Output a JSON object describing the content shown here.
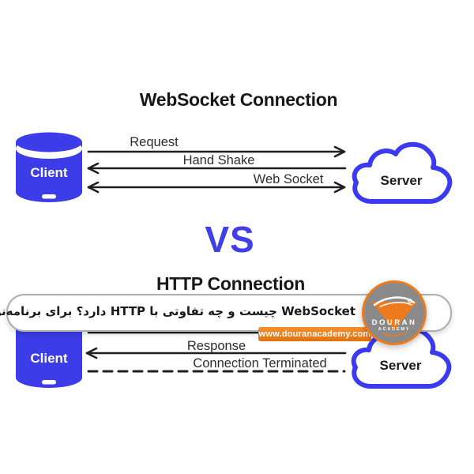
{
  "diagram": {
    "websocket": {
      "title": "WebSocket Connection",
      "client_label": "Client",
      "server_label": "Server",
      "arrows": [
        {
          "label": "Request",
          "direction": "right",
          "style": "solid"
        },
        {
          "label": "Hand Shake",
          "direction": "left",
          "style": "solid"
        },
        {
          "label": "Web Socket",
          "direction": "both",
          "style": "solid"
        }
      ]
    },
    "vs_label": "VS",
    "http": {
      "title": "HTTP Connection",
      "client_label": "Client",
      "server_label": "Server",
      "arrows": [
        {
          "label": "",
          "direction": "right",
          "style": "solid",
          "note": "label hidden behind banner"
        },
        {
          "label": "Response",
          "direction": "left",
          "style": "solid"
        },
        {
          "label": "Connection Terminated",
          "direction": "none",
          "style": "dashed"
        }
      ]
    }
  },
  "banner": {
    "caption": "WebSocket چیست و چه تفاوتی با HTTP دارد؟ برای برنامه‌نویسان وب",
    "website": "www.douranacademy.com",
    "logo": {
      "line1": "DOURAN",
      "line2": "ACADEMY"
    }
  },
  "colors": {
    "brand_blue": "#3C3CE8",
    "cloud_stroke": "#3A3AF0",
    "vs_blue": "#4040E8",
    "line_dark": "#1F1F1F",
    "orange": "#ED7B1D",
    "logo_gray": "#8A8A8A"
  }
}
